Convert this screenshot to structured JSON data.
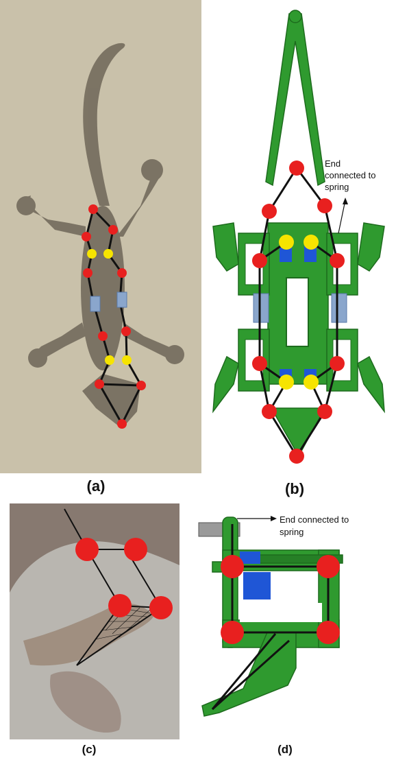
{
  "figure": {
    "panel_a": {
      "caption": "(a)"
    },
    "panel_b": {
      "caption": "(b)",
      "annotation_line1": "End",
      "annotation_line2": "connected to",
      "annotation_line3": "spring"
    },
    "panel_c": {
      "caption": "(c)"
    },
    "panel_d": {
      "caption": "(d)",
      "annotation_line1": "End connected to",
      "annotation_line2": "spring"
    }
  },
  "colors": {
    "joint_red": "#e8201f",
    "joint_yellow": "#f6e400",
    "robot_green": "#2f9a2f",
    "robot_green_dark": "#1d6b1d",
    "block_blue": "#8aa6cc",
    "motor_blue": "#1f56d6",
    "link_black": "#111111",
    "photo_background": "#c7bfa8"
  }
}
